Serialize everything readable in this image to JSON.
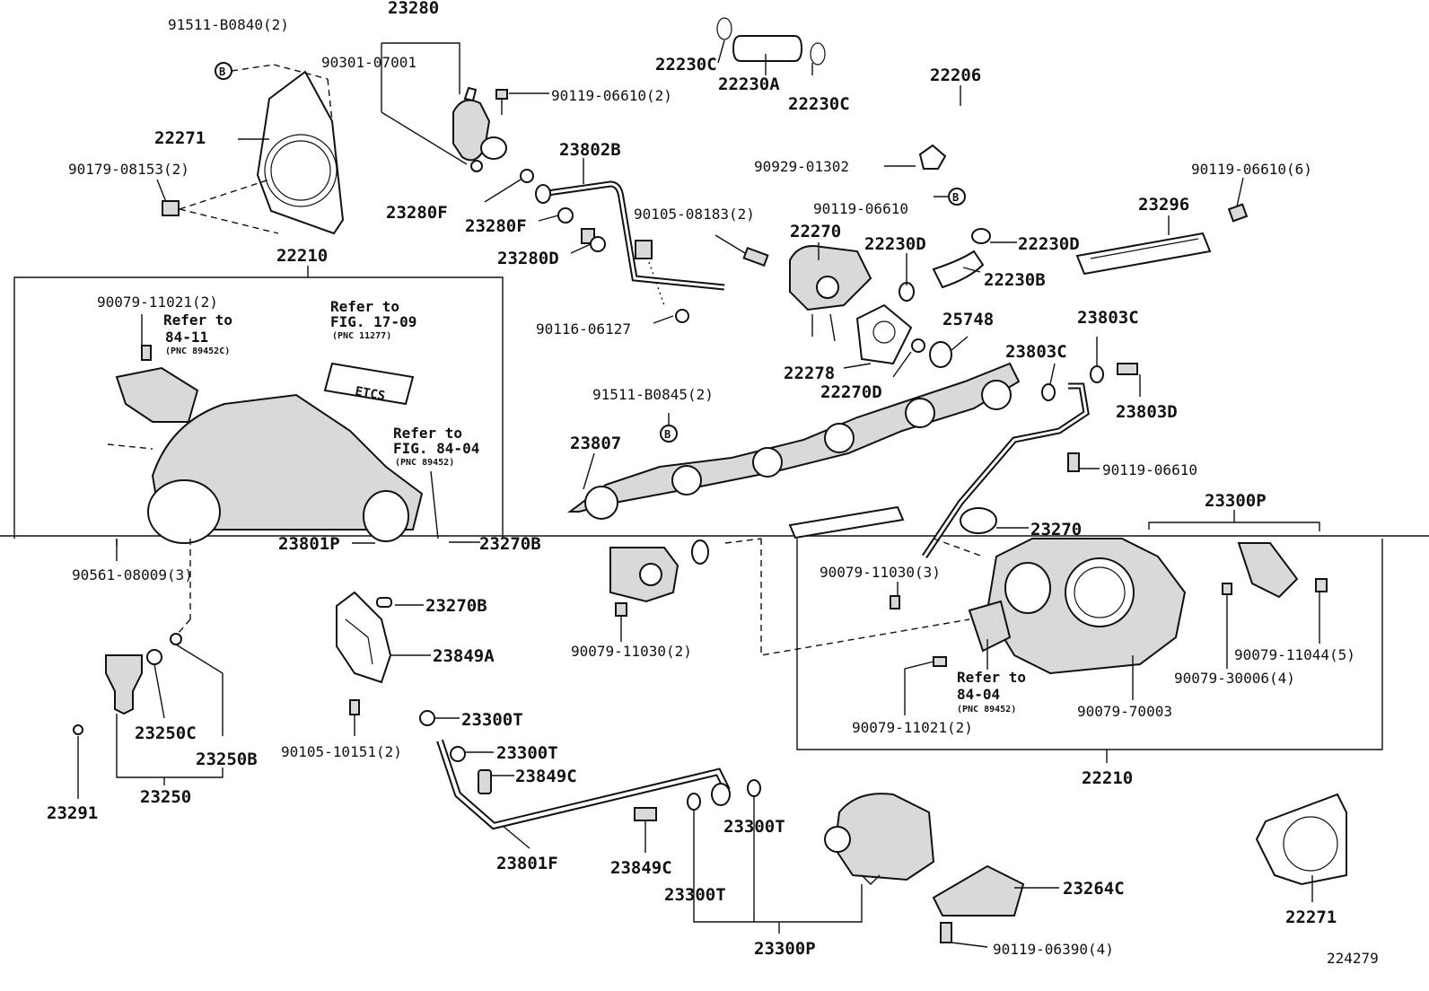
{
  "labels": {
    "p23280": "23280",
    "p91511_b0840": "91511-B0840(2)",
    "p90301_07001": "90301-07001",
    "p90119_06610_2": "90119-06610(2)",
    "p22230c_a": "22230C",
    "p22230a": "22230A",
    "p22230c_b": "22230C",
    "p22206": "22206",
    "p22271_top": "22271",
    "p90179_08153": "90179-08153(2)",
    "p23802b": "23802B",
    "p90929_01302": "90929-01302",
    "p90119_06610_6": "90119-06610(6)",
    "p23280f_a": "23280F",
    "p23280f_b": "23280F",
    "p90119_06610_a": "90119-06610",
    "p23296": "23296",
    "p90105_08183": "90105-08183(2)",
    "p22270": "22270",
    "p22230d_a": "22230D",
    "p22230d_b": "22230D",
    "p23280d": "23280D",
    "p22210_top": "22210",
    "p22230b": "22230B",
    "p90079_11021_2": "90079-11021(2)",
    "p90116_06127": "90116-06127",
    "p25748": "25748",
    "p23803c_a": "23803C",
    "p23803c_b": "23803C",
    "p22278": "22278",
    "p22270d": "22270D",
    "p23803d": "23803D",
    "p91511_b0845": "91511-B0845(2)",
    "p23807": "23807",
    "p90119_06610_b": "90119-06610",
    "p23300p_a": "23300P",
    "p23270_a": "23270",
    "p23801p": "23801P",
    "p23270b_a": "23270B",
    "p90561_08009": "90561-08009(3)",
    "p90079_11030_3": "90079-11030(3)",
    "p23270b_b": "23270B",
    "p23849a": "23849A",
    "p90079_11030_2": "90079-11030(2)",
    "p90079_11044": "90079-11044(5)",
    "p90079_30006": "90079-30006(4)",
    "p23300t_a": "23300T",
    "p90105_10151": "90105-10151(2)",
    "p23300t_b": "23300T",
    "p23849c_a": "23849C",
    "p23250c": "23250C",
    "p23250b": "23250B",
    "p90079_11021_2b": "90079-11021(2)",
    "p90079_70003": "90079-70003",
    "p22210_bottom": "22210",
    "p23291": "23291",
    "p23250": "23250",
    "p23801f": "23801F",
    "p23849c_b": "23849C",
    "p23300t_c": "23300T",
    "p23300t_d": "23300T",
    "p23264c": "23264C",
    "p22271_bottom": "22271",
    "p23300p_b": "23300P",
    "p90119_06390": "90119-06390(4)",
    "figure_number": "224279"
  },
  "references": {
    "ref_84_11_l1": "Refer to",
    "ref_84_11_l2": "84-11",
    "ref_84_11_pnc": "(PNC 89452C)",
    "ref_17_09_l1": "Refer to",
    "ref_17_09_l2": "FIG. 17-09",
    "ref_17_09_pnc": "(PNC 11277)",
    "ref_84_04a_l1": "Refer to",
    "ref_84_04a_l2": "FIG. 84-04",
    "ref_84_04a_pnc": "(PNC 89452)",
    "ref_84_04b_l1": "Refer to",
    "ref_84_04b_l2": "84-04",
    "ref_84_04b_pnc": "(PNC 89452)"
  },
  "callouts": {
    "b_mark": "B",
    "etcs": "ETCS"
  }
}
